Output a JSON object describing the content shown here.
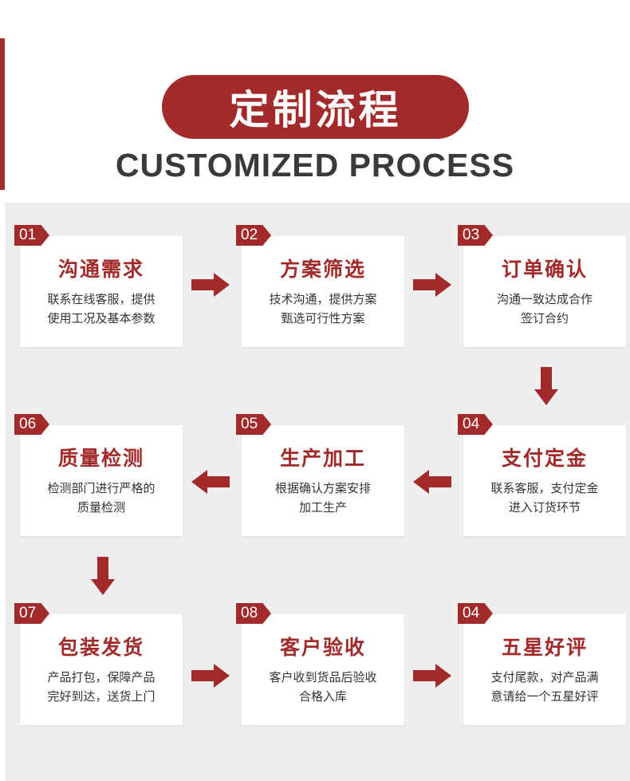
{
  "header": {
    "title": "定制流程",
    "subtitle": "CUSTOMIZED PROCESS"
  },
  "colors": {
    "accent": "#a32a2a",
    "panel_bg": "#eeeeee",
    "card_bg": "#ffffff",
    "subtitle_text": "#3a3a3a"
  },
  "steps": [
    {
      "num": "01",
      "title": "沟通需求",
      "desc": "联系在线客服，提供\n使用工况及基本参数"
    },
    {
      "num": "02",
      "title": "方案筛选",
      "desc": "技术沟通，提供方案\n甄选可行性方案"
    },
    {
      "num": "03",
      "title": "订单确认",
      "desc": "沟通一致达成合作\n签订合约"
    },
    {
      "num": "04",
      "title": "支付定金",
      "desc": "联系客服，支付定金\n进入订货环节"
    },
    {
      "num": "05",
      "title": "生产加工",
      "desc": "根据确认方案安排\n加工生产"
    },
    {
      "num": "06",
      "title": "质量检测",
      "desc": "检测部门进行严格的\n质量检测"
    },
    {
      "num": "07",
      "title": "包装发货",
      "desc": "产品打包，保障产品\n完好到达，送货上门"
    },
    {
      "num": "08",
      "title": "客户验收",
      "desc": "客户收到货品后验收\n合格入库"
    },
    {
      "num": "04",
      "title": "五星好评",
      "desc": "支付尾款，对产品满\n意请给一个五星好评"
    }
  ],
  "arrows": [
    {
      "name": "arrow-right-icon"
    },
    {
      "name": "arrow-right-icon"
    },
    {
      "name": "arrow-down-icon"
    },
    {
      "name": "arrow-left-icon"
    },
    {
      "name": "arrow-left-icon"
    },
    {
      "name": "arrow-down-icon"
    },
    {
      "name": "arrow-right-icon"
    },
    {
      "name": "arrow-right-icon"
    }
  ]
}
